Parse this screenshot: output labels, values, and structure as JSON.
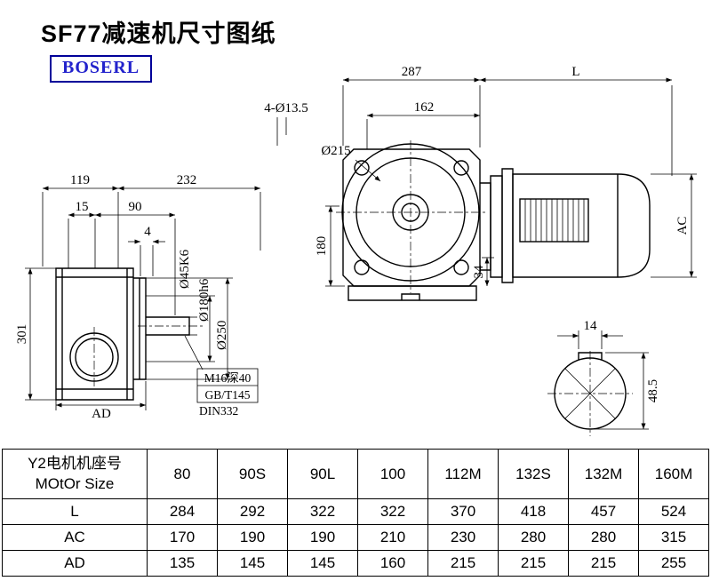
{
  "title": "SF77减速机尺寸图纸",
  "logo": "BOSERL",
  "dims": {
    "d287": "287",
    "dL": "L",
    "d162": "162",
    "holes": "4-Ø13.5",
    "d215": "Ø215",
    "d180v": "180",
    "d34": "34",
    "dAC": "AC",
    "d119": "119",
    "d232": "232",
    "d15": "15",
    "d90": "90",
    "d4": "4",
    "d301": "301",
    "dAD": "AD",
    "d45": "Ø45K6",
    "d180h6": "Ø180h6",
    "d250": "Ø250",
    "m16": "M16深40",
    "gb": "GB/T145",
    "din": "DIN332",
    "d14": "14",
    "d485": "48.5"
  },
  "table": {
    "header_line1": "Y2电机机座号",
    "header_line2": "MOtOr Size",
    "columns": [
      "80",
      "90S",
      "90L",
      "100",
      "112M",
      "132S",
      "132M",
      "160M"
    ],
    "rows": [
      {
        "label": "L",
        "values": [
          "284",
          "292",
          "322",
          "322",
          "370",
          "418",
          "457",
          "524"
        ]
      },
      {
        "label": "AC",
        "values": [
          "170",
          "190",
          "190",
          "210",
          "230",
          "280",
          "280",
          "315"
        ]
      },
      {
        "label": "AD",
        "values": [
          "135",
          "145",
          "145",
          "160",
          "215",
          "215",
          "215",
          "255"
        ]
      }
    ]
  }
}
